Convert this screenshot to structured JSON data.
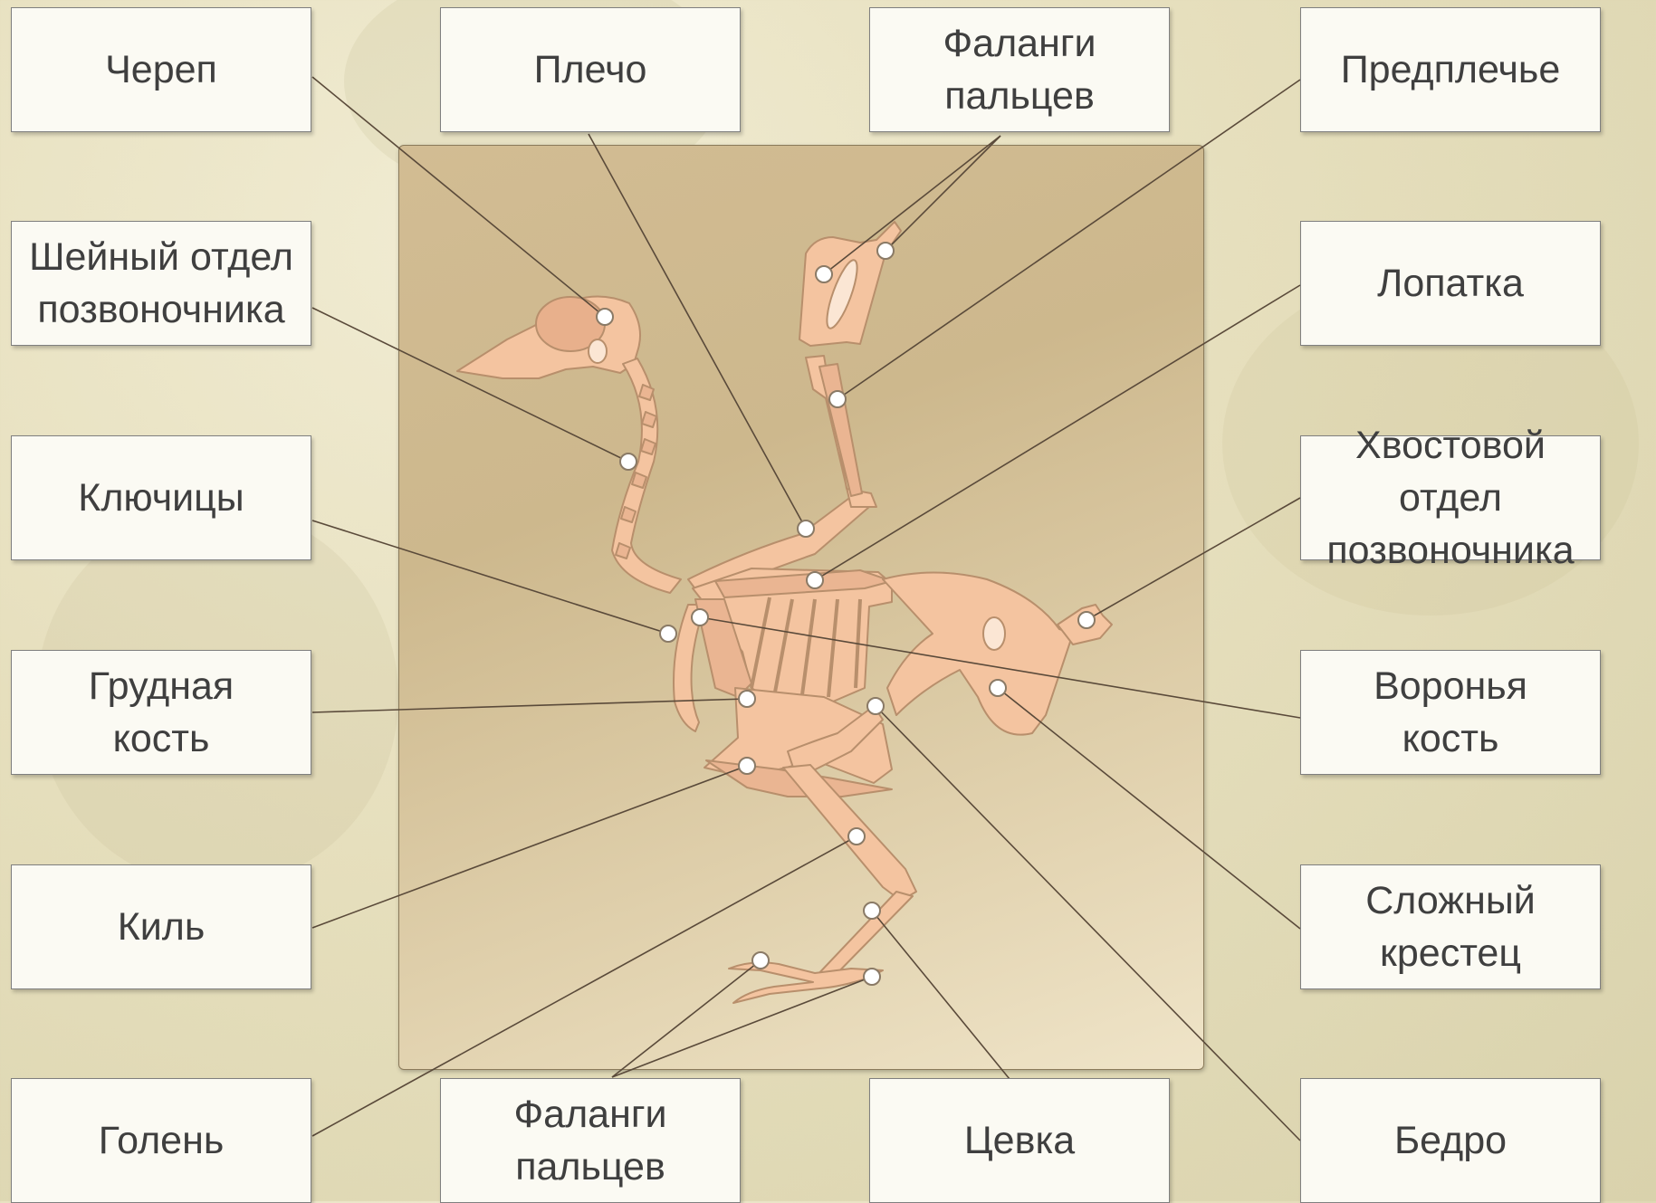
{
  "labels": {
    "skull": "Череп",
    "cervical": "Шейный отдел\nпозвоночника",
    "clavicles": "Ключицы",
    "sternum": "Грудная\nкость",
    "keel": "Киль",
    "tibia": "Голень",
    "humerus": "Плечо",
    "wing_phalanges": "Фаланги\nпальцев",
    "forearm": "Предплечье",
    "scapula": "Лопатка",
    "caudal": "Хвостовой отдел\nпозвоночника",
    "coracoid": "Воронья\nкость",
    "synsacrum": "Сложный\nкрестец",
    "foot_phalanges": "Фаланги\nпальцев",
    "tarsus": "Цевка",
    "femur": "Бедро"
  },
  "colors": {
    "bone": "#f4c4a0",
    "bone_outline": "#b88f6c",
    "leader_line": "#5a4a3a",
    "marker": "#ffffff"
  }
}
